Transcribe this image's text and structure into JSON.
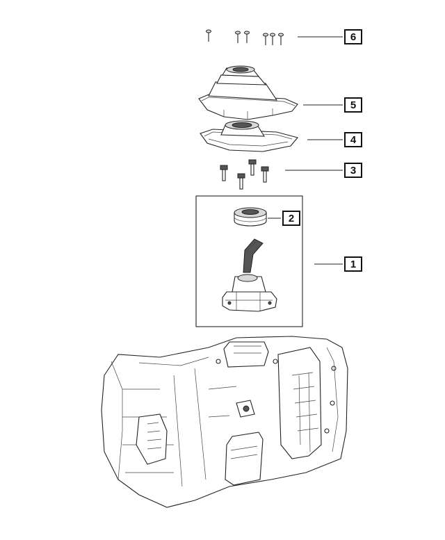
{
  "callouts": [
    {
      "id": "6",
      "label": "6"
    },
    {
      "id": "5",
      "label": "5"
    },
    {
      "id": "4",
      "label": "4"
    },
    {
      "id": "3",
      "label": "3"
    },
    {
      "id": "2",
      "label": "2"
    },
    {
      "id": "1",
      "label": "1"
    }
  ]
}
